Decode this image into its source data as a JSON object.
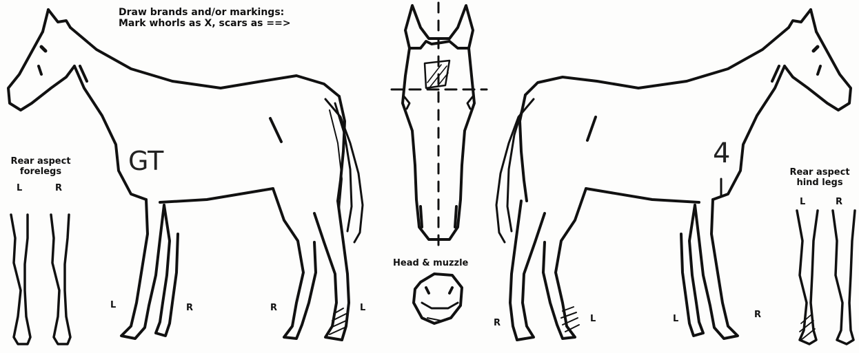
{
  "instructions": {
    "line1": "Draw brands and/or markings:",
    "line2": "Mark whorls as X, scars as ==>"
  },
  "forelegs_rear": {
    "caption_line1": "Rear aspect",
    "caption_line2": "forelegs",
    "left": "L",
    "right": "R"
  },
  "hindlegs_rear": {
    "caption_line1": "Rear aspect",
    "caption_line2": "hind legs",
    "left": "L",
    "right": "R"
  },
  "head": {
    "caption": "Head & muzzle"
  },
  "left_side_view": {
    "leg_labels": [
      "L",
      "R",
      "R",
      "L"
    ],
    "handwritten_mark": "GT"
  },
  "right_side_view": {
    "leg_labels": [
      "R",
      "L",
      "L",
      "R"
    ],
    "handwritten_mark": "4"
  }
}
